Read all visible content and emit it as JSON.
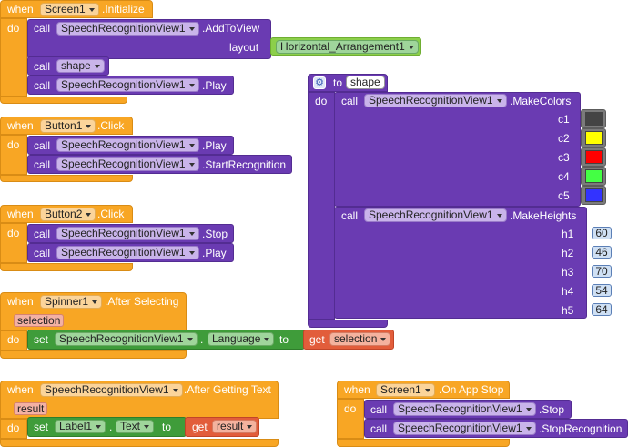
{
  "kw": {
    "when": "when",
    "do": "do",
    "call": "call",
    "set": "set",
    "get": "get",
    "to": "to",
    "dot": "."
  },
  "screen_init": {
    "component": "Screen1",
    "event": ".Initialize",
    "s1_comp": "SpeechRecognitionView1",
    "s1_method": ".AddToView",
    "s1_param": "layout",
    "s1_value": "Horizontal_Arrangement1",
    "s2_proc": "shape",
    "s3_comp": "SpeechRecognitionView1",
    "s3_method": ".Play"
  },
  "button1": {
    "component": "Button1",
    "event": ".Click",
    "s1_comp": "SpeechRecognitionView1",
    "s1_method": ".Play",
    "s2_comp": "SpeechRecognitionView1",
    "s2_method": ".StartRecognition"
  },
  "button2": {
    "component": "Button2",
    "event": ".Click",
    "s1_comp": "SpeechRecognitionView1",
    "s1_method": ".Stop",
    "s2_comp": "SpeechRecognitionView1",
    "s2_method": ".Play"
  },
  "spinner": {
    "component": "Spinner1",
    "event": ".After Selecting",
    "param": "selection",
    "set_comp": "SpeechRecognitionView1",
    "set_prop": "Language",
    "get_var": "selection"
  },
  "srv_text": {
    "component": "SpeechRecognitionView1",
    "event": ".After Getting Text",
    "param": "result",
    "set_comp": "Label1",
    "set_prop": "Text",
    "get_var": "result"
  },
  "app_stop": {
    "component": "Screen1",
    "event": ".On App Stop",
    "s1_comp": "SpeechRecognitionView1",
    "s1_method": ".Stop",
    "s2_comp": "SpeechRecognitionView1",
    "s2_method": ".StopRecognition"
  },
  "proc_shape": {
    "name": "shape",
    "colors_comp": "SpeechRecognitionView1",
    "colors_method": ".MakeColors",
    "colors": [
      {
        "label": "c1",
        "hex": "#444444"
      },
      {
        "label": "c2",
        "hex": "#ffff00"
      },
      {
        "label": "c3",
        "hex": "#ff0000"
      },
      {
        "label": "c4",
        "hex": "#44ff44"
      },
      {
        "label": "c5",
        "hex": "#3333ff"
      }
    ],
    "heights_comp": "SpeechRecognitionView1",
    "heights_method": ".MakeHeights",
    "heights": [
      {
        "label": "h1",
        "value": "60"
      },
      {
        "label": "h2",
        "value": "46"
      },
      {
        "label": "h3",
        "value": "70"
      },
      {
        "label": "h4",
        "value": "54"
      },
      {
        "label": "h5",
        "value": "64"
      }
    ]
  }
}
